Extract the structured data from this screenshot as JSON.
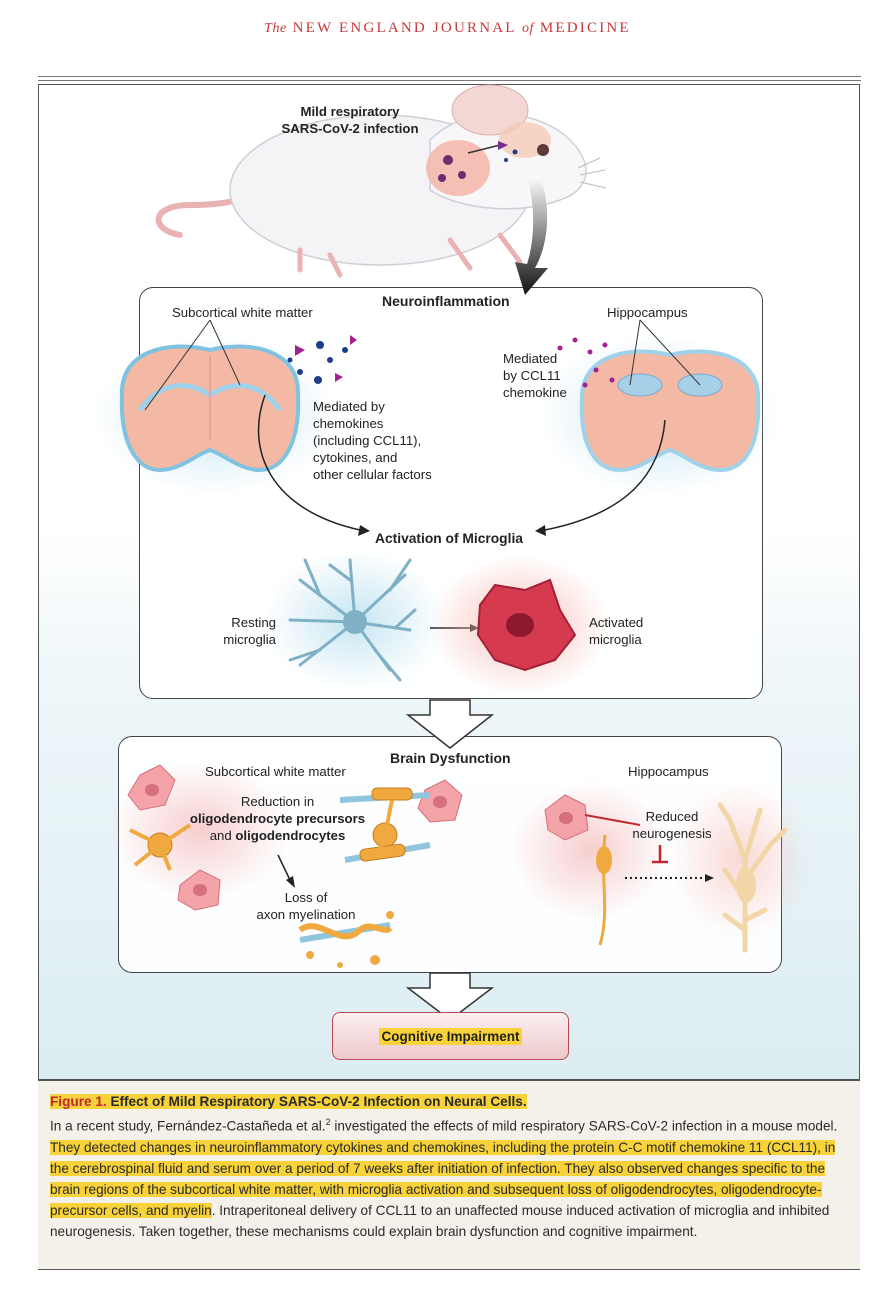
{
  "journal": {
    "the": "The",
    "name_part1": "NEW ENGLAND JOURNAL",
    "of": "of",
    "name_part2": "MEDICINE"
  },
  "figure": {
    "top_label_line1": "Mild respiratory",
    "top_label_line2": "SARS-CoV-2 infection",
    "neuro": {
      "title": "Neuroinflammation",
      "left_region": "Subcortical white matter",
      "right_region": "Hippocampus",
      "left_mediators": [
        "Mediated by",
        "chemokines",
        "(including CCL11),",
        "cytokines, and",
        "other cellular factors"
      ],
      "right_mediators": [
        "Mediated",
        "by CCL11",
        "chemokine"
      ],
      "activation_title": "Activation of Microglia",
      "resting": [
        "Resting",
        "microglia"
      ],
      "activated": [
        "Activated",
        "microglia"
      ]
    },
    "dysfunction": {
      "title": "Brain Dysfunction",
      "left_region": "Subcortical white matter",
      "right_region": "Hippocampus",
      "reduction_line1": "Reduction in",
      "reduction_bold1": "oligodendrocyte precursors",
      "reduction_and": "and",
      "reduction_bold2": "oligodendrocytes",
      "loss_line1": "Loss of",
      "loss_line2": "axon myelination",
      "reduced_line1": "Reduced",
      "reduced_line2": "neurogenesis"
    },
    "outcome": "Cognitive Impairment"
  },
  "caption": {
    "fig_num": "Figure 1.",
    "title": "Effect of Mild Respiratory SARS-CoV-2 Infection on Neural Cells.",
    "text_plain1": "In a recent study, Fernández-Castañeda et al.",
    "ref": "2",
    "text_plain2": " investigated the effects of mild respiratory SARS-CoV-2 infection in a mouse model. ",
    "text_highlight": "They detected changes in neuroinflammatory cytokines and chemokines, including the protein C-C motif chemokine 11 (CCL11), in the cerebrospinal fluid and serum over a period of 7 weeks after initiation of infection. They also observed changes specific to the brain regions of the subcortical white matter, with microglia activation and subsequent loss of oligodendrocytes, oligodendrocyte-precursor cells, and myelin",
    "text_plain3": ". Intraperitoneal delivery of CCL11 to an unaffected mouse induced activation of microglia and inhibited neurogenesis. Taken together, these mechanisms could explain brain dysfunction and cognitive impairment."
  }
}
